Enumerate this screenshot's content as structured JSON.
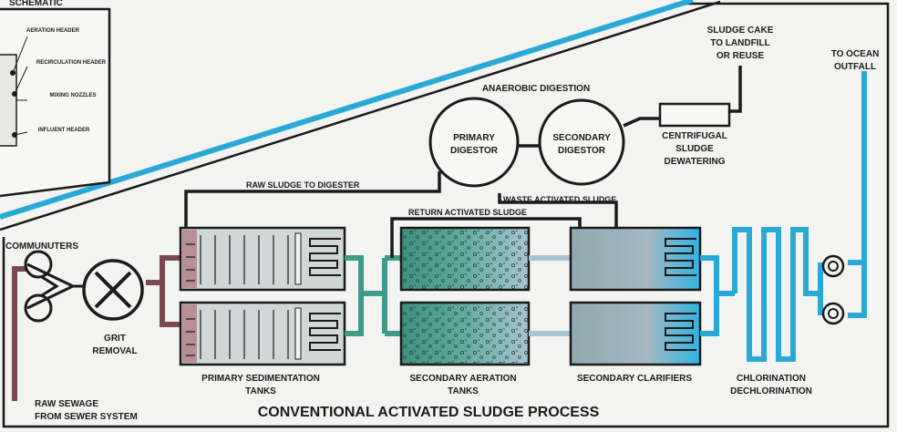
{
  "title": "CONVENTIONAL ACTIVATED SLUDGE PROCESS",
  "inset": {
    "heading": "SCHEMATIC",
    "labels": [
      "AERATION HEADER",
      "RECIRCULATION HEADER",
      "MIXING NOZZLES",
      "INFLUENT HEADER"
    ]
  },
  "labels": {
    "raw_sewage_1": "RAW SEWAGE",
    "raw_sewage_2": "FROM SEWER SYSTEM",
    "communuters": "COMMUNUTERS",
    "grit_1": "GRIT",
    "grit_2": "REMOVAL",
    "primary_sed_1": "PRIMARY SEDIMENTATION",
    "primary_sed_2": "TANKS",
    "secondary_aer_1": "SECONDARY AERATION",
    "secondary_aer_2": "TANKS",
    "secondary_clar": "SECONDARY CLARIFIERS",
    "chlorination": "CHLORINATION",
    "dechlorination": "DECHLORINATION",
    "to_ocean_1": "TO OCEAN",
    "to_ocean_2": "OUTFALL",
    "anaerobic": "ANAEROBIC DIGESTION",
    "primary_dig_1": "PRIMARY",
    "primary_dig_2": "DIGESTOR",
    "secondary_dig_1": "SECONDARY",
    "secondary_dig_2": "DIGESTOR",
    "centrifugal_1": "CENTRIFUGAL",
    "centrifugal_2": "SLUDGE",
    "centrifugal_3": "DEWATERING",
    "sludge_cake_1": "SLUDGE CAKE",
    "sludge_cake_2": "TO LANDFILL",
    "sludge_cake_3": "OR REUSE",
    "raw_sludge": "RAW SLUDGE TO DIGESTER",
    "return_sludge": "RETURN ACTIVATED SLUDGE",
    "waste_sludge": "WASTE ACTIVATED SLUDGE"
  },
  "colors": {
    "raw_sewage": "#7a4a50",
    "mixed_liquor": "#3f9a8a",
    "clear_water": "#29a9d6",
    "sludge_line": "#1a1a1a",
    "tank_fill": "#cfd8d6"
  }
}
